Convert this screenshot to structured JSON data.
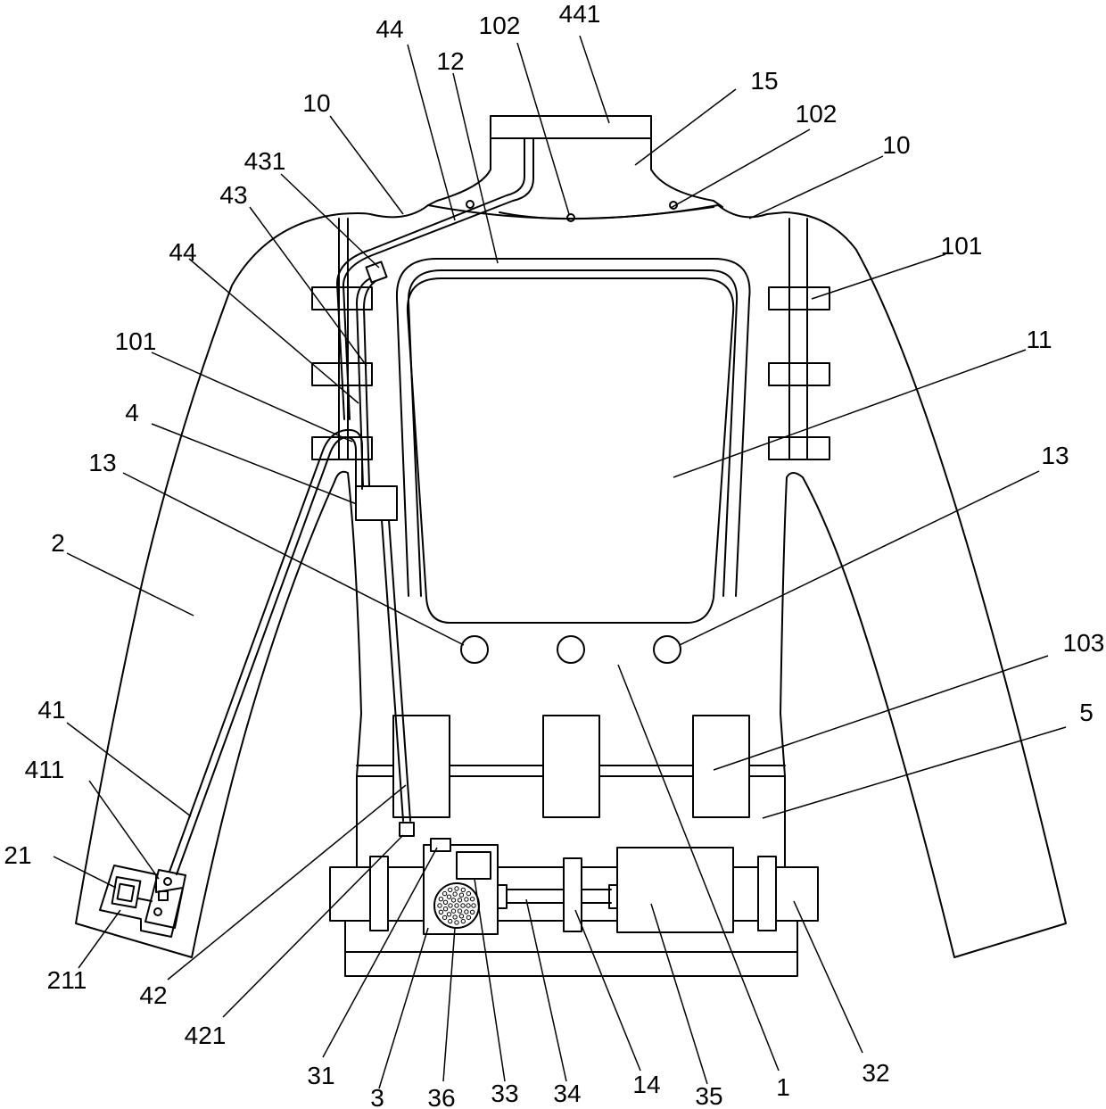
{
  "figure": {
    "labels": [
      {
        "id": "441",
        "text": "441"
      },
      {
        "id": "44-top",
        "text": "44"
      },
      {
        "id": "102-a",
        "text": "102"
      },
      {
        "id": "12",
        "text": "12"
      },
      {
        "id": "15",
        "text": "15"
      },
      {
        "id": "102-b",
        "text": "102"
      },
      {
        "id": "10-left",
        "text": "10"
      },
      {
        "id": "10-right",
        "text": "10"
      },
      {
        "id": "431",
        "text": "431"
      },
      {
        "id": "43",
        "text": "43"
      },
      {
        "id": "101-right",
        "text": "101"
      },
      {
        "id": "44-mid",
        "text": "44"
      },
      {
        "id": "11",
        "text": "11"
      },
      {
        "id": "101-left",
        "text": "101"
      },
      {
        "id": "4",
        "text": "4"
      },
      {
        "id": "13-left",
        "text": "13"
      },
      {
        "id": "13-right",
        "text": "13"
      },
      {
        "id": "2",
        "text": "2"
      },
      {
        "id": "103",
        "text": "103"
      },
      {
        "id": "5",
        "text": "5"
      },
      {
        "id": "41",
        "text": "41"
      },
      {
        "id": "411",
        "text": "411"
      },
      {
        "id": "21",
        "text": "21"
      },
      {
        "id": "211",
        "text": "211"
      },
      {
        "id": "42",
        "text": "42"
      },
      {
        "id": "421",
        "text": "421"
      },
      {
        "id": "31",
        "text": "31"
      },
      {
        "id": "3",
        "text": "3"
      },
      {
        "id": "36",
        "text": "36"
      },
      {
        "id": "33",
        "text": "33"
      },
      {
        "id": "34",
        "text": "34"
      },
      {
        "id": "14",
        "text": "14"
      },
      {
        "id": "35",
        "text": "35"
      },
      {
        "id": "1",
        "text": "1"
      },
      {
        "id": "32",
        "text": "32"
      }
    ]
  }
}
